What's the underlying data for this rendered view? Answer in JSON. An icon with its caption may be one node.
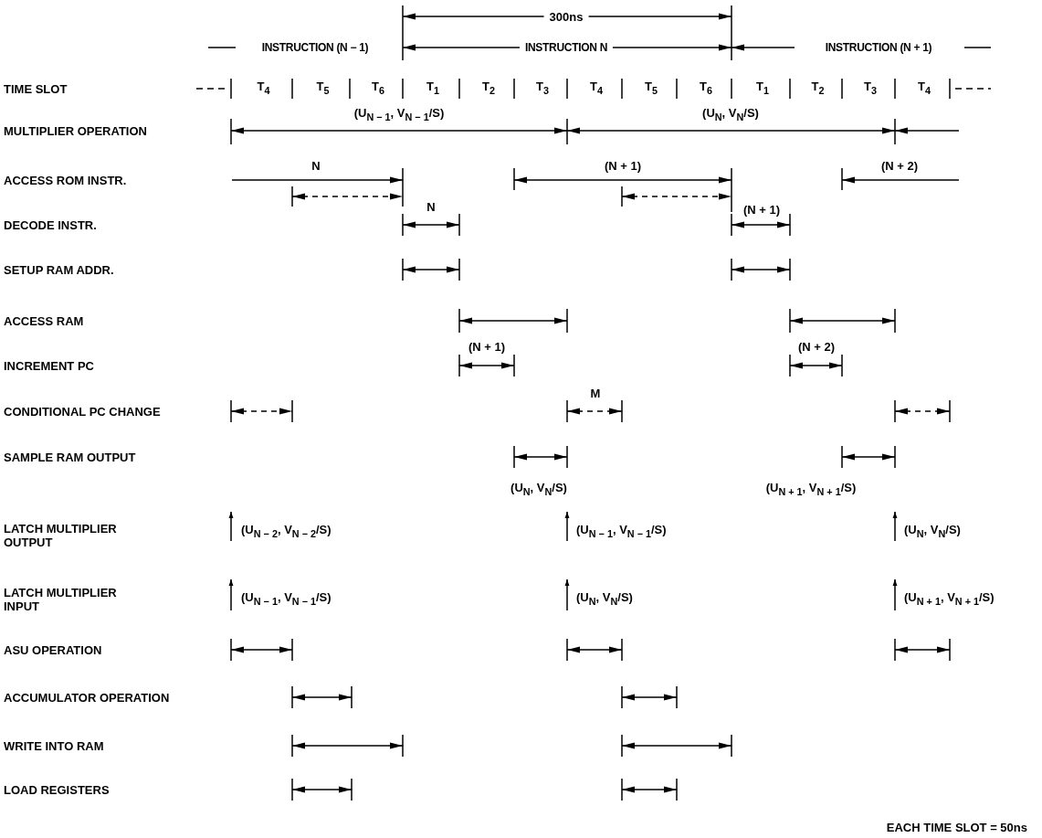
{
  "diagram": {
    "labels": [
      "300ns",
      "INSTRUCTION (N − 1)",
      "INSTRUCTION N",
      "INSTRUCTION (N + 1)",
      "TIME SLOT",
      "T$_{4}$",
      "T$_{5}$",
      "T$_{6}$",
      "T$_{1}$",
      "T$_{2}$",
      "T$_{3}$",
      "T$_{4}$",
      "T$_{5}$",
      "T$_{6}$",
      "T$_{1}$",
      "T$_{2}$",
      "T$_{3}$",
      "T$_{4}$",
      "MULTIPLIER OPERATION",
      "(U$_{N − 1}$, V$_{N − 1}$/S)",
      "(U$_{N}$, V$_{N}$/S)",
      "ACCESS ROM INSTR.",
      "N",
      "(N + 1)",
      "(N + 2)",
      "DECODE INSTR.",
      "N",
      "(N + 1)",
      "SETUP RAM ADDR.",
      "ACCESS RAM",
      "INCREMENT PC",
      "(N + 1)",
      "(N + 2)",
      "CONDITIONAL PC CHANGE",
      "M",
      "SAMPLE RAM OUTPUT",
      "(U$_{N}$, V$_{N}$/S)",
      "(U$_{N + 1}$, V$_{N + 1}$/S)",
      "LATCH MULTIPLIER OUTPUT",
      "(U$_{N − 2}$, V$_{N − 2}$/S)",
      "(U$_{N − 1}$, V$_{N − 1}$/S)",
      "(U$_{N}$, V$_{N}$/S)",
      "LATCH MULTIPLIER INPUT",
      "(U$_{N − 1}$, V$_{N − 1}$/S)",
      "(U$_{N}$, V$_{N}$/S)",
      "(U$_{N + 1}$, V$_{N + 1}$/S)",
      "ASU OPERATION",
      "ACCUMULATOR OPERATION",
      "WRITE INTO RAM",
      "LOAD REGISTERS",
      "EACH TIME SLOT = 50ns"
    ]
  }
}
